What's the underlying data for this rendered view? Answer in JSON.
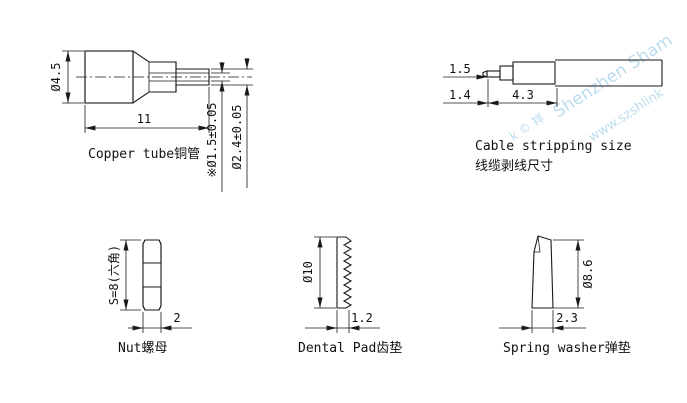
{
  "watermark": {
    "line1": "Shenzhen Sham",
    "line2": "www.szshlink",
    "fragment": "k © 祥",
    "color": "#b4d9ec"
  },
  "copper_tube": {
    "label": "Copper tube铜管",
    "dims": {
      "outer_diameter": "Ø4.5",
      "length": "11",
      "bore": "※Ø1.5±0.05",
      "tip_diameter": "Ø2.4±0.05"
    }
  },
  "cable_stripping": {
    "label_en": "Cable stripping size",
    "label_zh": "线缆剥线尺寸",
    "dims": {
      "conductor": "1.5",
      "dielectric": "1.4",
      "braid": "4.3"
    }
  },
  "nut": {
    "label": "Nut螺母",
    "dims": {
      "across_flats": "S=8(六角)",
      "thickness": "2"
    }
  },
  "dental_pad": {
    "label": "Dental Pad齿垫",
    "dims": {
      "diameter": "Ø10",
      "thickness": "1.2"
    }
  },
  "spring_washer": {
    "label": "Spring washer弹垫",
    "dims": {
      "diameter": "Ø8.6",
      "thickness": "2.3"
    }
  }
}
